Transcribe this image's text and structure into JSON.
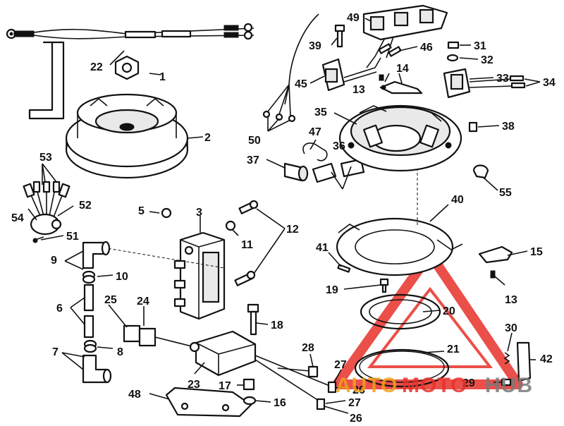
{
  "diagram": {
    "callouts": {
      "c1": "1",
      "c2": "2",
      "c3": "3",
      "c5": "5",
      "c6": "6",
      "c7": "7",
      "c8": "8",
      "c9": "9",
      "c10": "10",
      "c11": "11",
      "c12": "12",
      "c13a": "13",
      "c13b": "13",
      "c14": "14",
      "c15": "15",
      "c16": "16",
      "c17": "17",
      "c18": "18",
      "c19": "19",
      "c20": "20",
      "c21": "21",
      "c22": "22",
      "c23": "23",
      "c24": "24",
      "c25": "25",
      "c26a": "26",
      "c26b": "26",
      "c27a": "27",
      "c27b": "27",
      "c28": "28",
      "c29": "29",
      "c30": "30",
      "c31": "31",
      "c32": "32",
      "c33": "33",
      "c34": "34",
      "c35": "35",
      "c36": "36",
      "c37": "37",
      "c38": "38",
      "c39": "39",
      "c40": "40",
      "c41": "41",
      "c42": "42",
      "c45": "45",
      "c46": "46",
      "c47": "47",
      "c48": "48",
      "c49": "49",
      "c50": "50",
      "c51": "51",
      "c52": "52",
      "c53": "53",
      "c54": "54",
      "c55": "55"
    }
  },
  "watermark": {
    "part1": "AUTO",
    "part2": "MOTO",
    "part3": "HUB",
    "color_primary": "#e8312a",
    "color_secondary": "#f2a21b",
    "color_tertiary": "#7a7a7a"
  }
}
